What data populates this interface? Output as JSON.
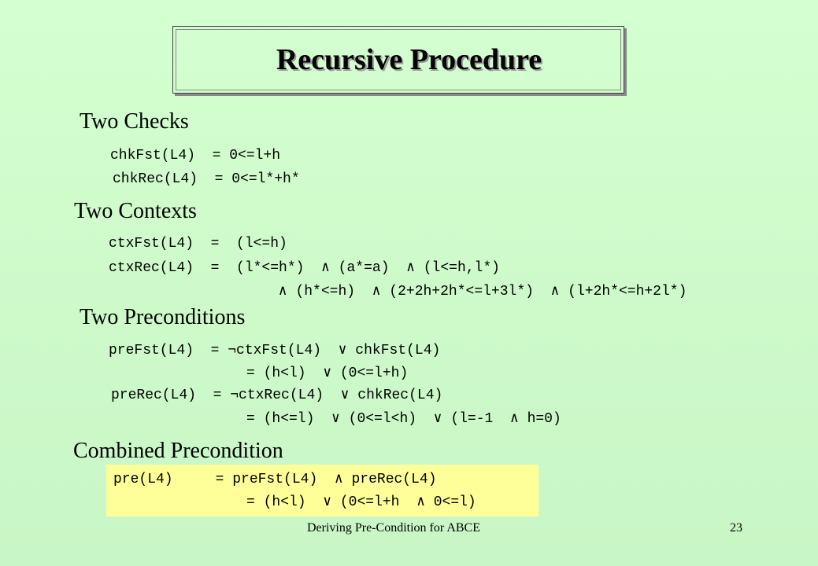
{
  "title": "Recursive Procedure",
  "sections": [
    {
      "heading": "Two Checks",
      "lines": [
        "chkFst(L4)  = 0<=l+h",
        "chkRec(L4)  = 0<=l*+h*"
      ]
    },
    {
      "heading": "Two Contexts",
      "lines": [
        "ctxFst(L4)  =  (l<=h)",
        "ctxRec(L4)  =  (l*<=h*)  ∧ (a*=a)  ∧ (l<=h,l*)",
        " ∧ (h*<=h)  ∧ (2+2h+2h*<=l+3l*)  ∧ (l+2h*<=h+2l*)"
      ]
    },
    {
      "heading": "Two Preconditions",
      "lines": [
        "preFst(L4)  = ¬ctxFst(L4)  ∨ chkFst(L4)",
        "= (h<l)  ∨ (0<=l+h)",
        "preRec(L4)  = ¬ctxRec(L4)  ∨ chkRec(L4)",
        "= (h<=l)  ∨ (0<=l<h)  ∨ (l=-1  ∧ h=0)"
      ]
    },
    {
      "heading": "Combined Precondition",
      "lines": [
        "pre(L4)     = preFst(L4)  ∧ preRec(L4)",
        "= (h<l)  ∨ (0<=l+h  ∧ 0<=l)"
      ]
    }
  ],
  "footer": {
    "caption": "Deriving Pre-Condition for ABCE",
    "page_number": "23"
  }
}
